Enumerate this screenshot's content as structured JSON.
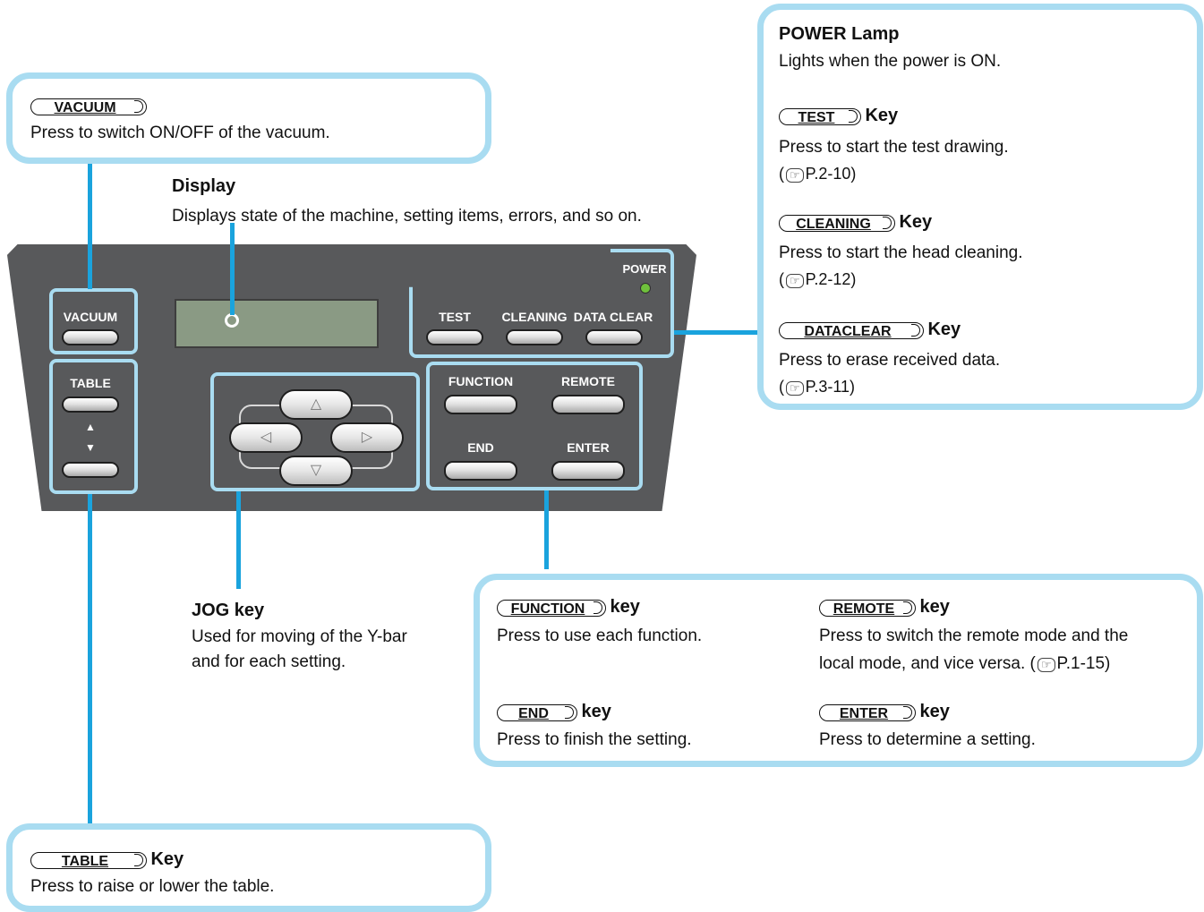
{
  "panel": {
    "labels": {
      "vacuum": "VACUUM",
      "table": "TABLE",
      "test": "TEST",
      "cleaning": "CLEANING",
      "data_clear": "DATA CLEAR",
      "power": "POWER",
      "function": "FUNCTION",
      "remote": "REMOTE",
      "end": "END",
      "enter": "ENTER"
    },
    "table_up_arrow": "▲",
    "table_down_arrow": "▼",
    "jog_up": "△",
    "jog_down": "▽",
    "jog_left": "◁",
    "jog_right": "▷",
    "lcd_color": "#8a9a84",
    "power_led_color": "#6fc13c"
  },
  "callouts": {
    "vacuum": {
      "key": "VACUUM",
      "desc": "Press to switch ON/OFF of the vacuum."
    },
    "display": {
      "title": "Display",
      "desc": "Displays state of the machine, setting items, errors, and so on."
    },
    "right": {
      "power_title": "POWER Lamp",
      "power_desc": "Lights when the power is ON.",
      "test_key": "TEST",
      "test_suffix": "Key",
      "test_desc": "Press to start the test drawing.",
      "test_ref": "P.2-10",
      "cleaning_key": "CLEANING",
      "cleaning_suffix": "Key",
      "cleaning_desc": "Press to start the head cleaning.",
      "cleaning_ref": "P.2-12",
      "dataclear_key": "DATACLEAR",
      "dataclear_suffix": "Key",
      "dataclear_desc": "Press to erase received data.",
      "dataclear_ref": "P.3-11"
    },
    "jog": {
      "title": "JOG key",
      "desc1": "Used for moving of the Y-bar",
      "desc2": "and for each setting."
    },
    "func": {
      "function_key": "FUNCTION",
      "function_suffix": "key",
      "function_desc": "Press to use each function.",
      "remote_key": "REMOTE",
      "remote_suffix": "key",
      "remote_desc1": "Press to switch the remote mode and the",
      "remote_desc2": "local mode, and vice versa. (",
      "remote_ref": "P.1-15)",
      "end_key": "END",
      "end_suffix": "key",
      "end_desc": "Press to finish the setting.",
      "enter_key": "ENTER",
      "enter_suffix": "key",
      "enter_desc": "Press to determine a setting."
    },
    "table": {
      "key": "TABLE",
      "suffix": "Key",
      "desc": "Press to raise or lower the table."
    }
  },
  "ref_icon": "☞",
  "colors": {
    "callout_border": "#a9dcf1",
    "leader_line": "#1aa3dd",
    "panel": "#58595b"
  }
}
